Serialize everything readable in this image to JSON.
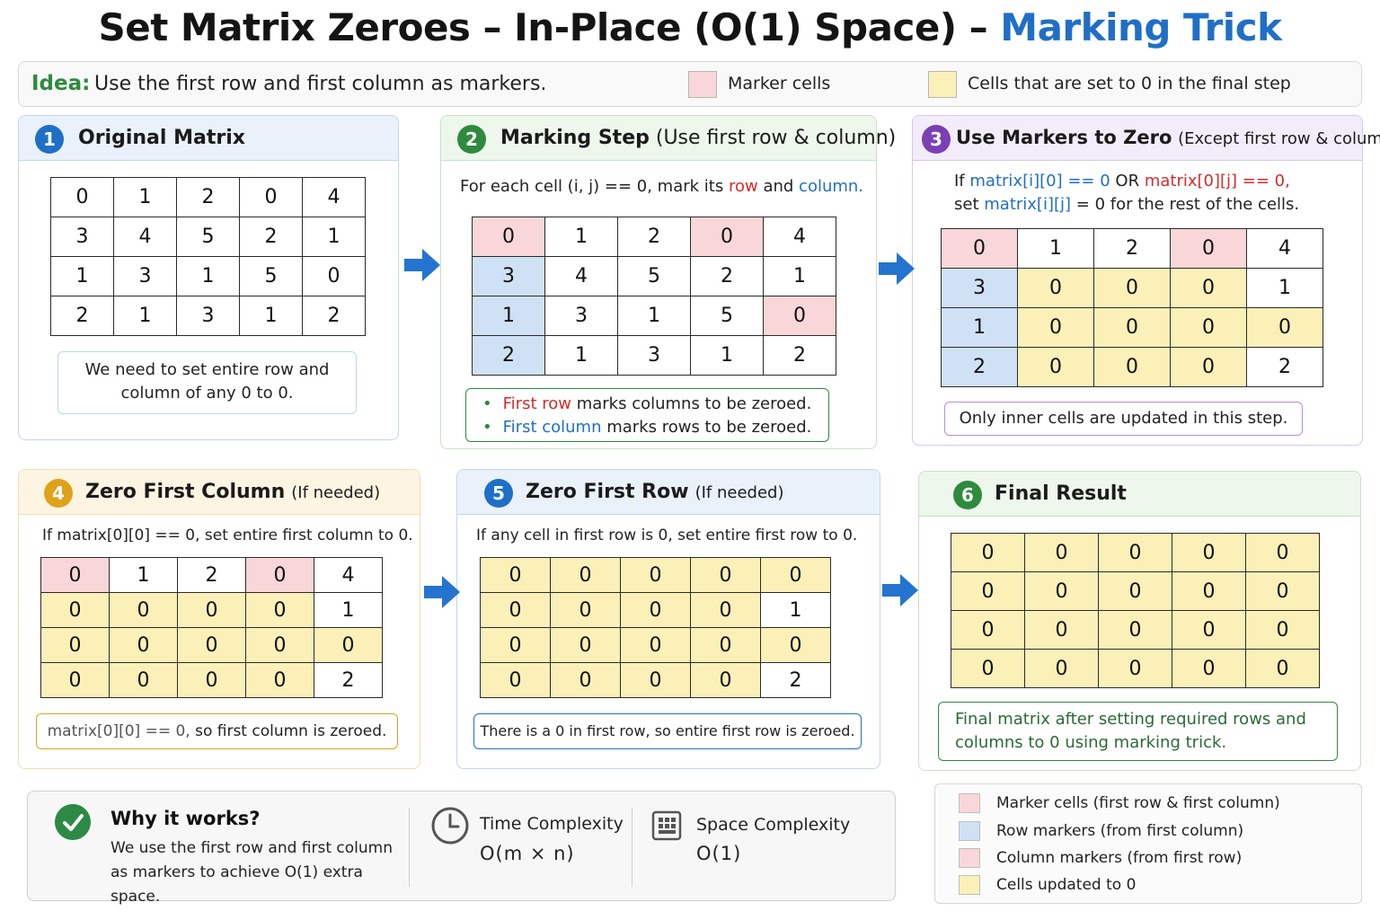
{
  "title": {
    "main": "Set Matrix Zeroes – In-Place (O(1) Space) –",
    "accent": "Marking Trick"
  },
  "idea": {
    "label": "Idea:",
    "text": "Use the first row and first column as markers.",
    "marker_legend": "Marker cells",
    "final_legend": "Cells that are set to 0 in the final step"
  },
  "colors": {
    "marker_pink": "#f9d7d8",
    "row_marker_blue": "#cfe1f5",
    "zeroed_yellow": "#fbf0b8",
    "accent_blue": "#1f6fc7",
    "highlight_red": "#d62b2b",
    "green": "#2e8b3e",
    "purple": "#7b3fb5",
    "orange": "#e0a21a"
  },
  "step1": {
    "num": "1",
    "title": "Original Matrix",
    "matrix": [
      [
        "0",
        "1",
        "2",
        "0",
        "4"
      ],
      [
        "3",
        "4",
        "5",
        "2",
        "1"
      ],
      [
        "1",
        "3",
        "1",
        "5",
        "0"
      ],
      [
        "2",
        "1",
        "3",
        "1",
        "2"
      ]
    ],
    "colors": [
      [
        "w",
        "w",
        "w",
        "w",
        "w"
      ],
      [
        "w",
        "w",
        "w",
        "w",
        "w"
      ],
      [
        "w",
        "w",
        "w",
        "w",
        "w"
      ],
      [
        "w",
        "w",
        "w",
        "w",
        "w"
      ]
    ],
    "note": "We need to set entire row and column of any 0 to 0."
  },
  "step2": {
    "num": "2",
    "title": "Marking Step",
    "subtitle": "(Use first row & column)",
    "desc_pre": "For each cell (i, j) == 0, mark its",
    "desc_row": "row",
    "desc_and": "and",
    "desc_col": "column.",
    "matrix": [
      [
        "0",
        "1",
        "2",
        "0",
        "4"
      ],
      [
        "3",
        "4",
        "5",
        "2",
        "1"
      ],
      [
        "1",
        "3",
        "1",
        "5",
        "0"
      ],
      [
        "2",
        "1",
        "3",
        "1",
        "2"
      ]
    ],
    "colors": [
      [
        "p",
        "w",
        "w",
        "p",
        "w"
      ],
      [
        "b",
        "w",
        "w",
        "w",
        "w"
      ],
      [
        "b",
        "w",
        "w",
        "w",
        "p"
      ],
      [
        "b",
        "w",
        "w",
        "w",
        "w"
      ]
    ],
    "bullet1_colored": "First row",
    "bullet1_rest": "marks columns to be zeroed.",
    "bullet2_colored": "First column",
    "bullet2_rest": "marks rows to be zeroed."
  },
  "step3": {
    "num": "3",
    "title": "Use Markers to Zero",
    "subtitle": "(Except first row & column)",
    "desc_if": "If",
    "desc_cond1": "matrix[i][0] == 0",
    "desc_or": "OR",
    "desc_cond2": "matrix[0][j] == 0,",
    "desc_set": "set",
    "desc_target": "matrix[i][j]",
    "desc_rest": "= 0 for the rest of the cells.",
    "matrix": [
      [
        "0",
        "1",
        "2",
        "0",
        "4"
      ],
      [
        "3",
        "0",
        "0",
        "0",
        "1"
      ],
      [
        "1",
        "0",
        "0",
        "0",
        "0"
      ],
      [
        "2",
        "0",
        "0",
        "0",
        "2"
      ]
    ],
    "colors": [
      [
        "p",
        "w",
        "w",
        "p",
        "w"
      ],
      [
        "b",
        "y",
        "y",
        "y",
        "w"
      ],
      [
        "b",
        "y",
        "y",
        "y",
        "y"
      ],
      [
        "b",
        "y",
        "y",
        "y",
        "w"
      ]
    ],
    "note": "Only inner cells are updated in this step."
  },
  "step4": {
    "num": "4",
    "title": "Zero First Column",
    "subtitle": "(If needed)",
    "desc": "If matrix[0][0] == 0, set entire first column to 0.",
    "matrix": [
      [
        "0",
        "1",
        "2",
        "0",
        "4"
      ],
      [
        "0",
        "0",
        "0",
        "0",
        "1"
      ],
      [
        "0",
        "0",
        "0",
        "0",
        "0"
      ],
      [
        "0",
        "0",
        "0",
        "0",
        "2"
      ]
    ],
    "colors": [
      [
        "p",
        "w",
        "w",
        "p",
        "w"
      ],
      [
        "y",
        "y",
        "y",
        "y",
        "w"
      ],
      [
        "y",
        "y",
        "y",
        "y",
        "y"
      ],
      [
        "y",
        "y",
        "y",
        "y",
        "w"
      ]
    ],
    "note_code": "matrix[0][0] == 0,",
    "note_rest": "so first column is zeroed."
  },
  "step5": {
    "num": "5",
    "title": "Zero First Row",
    "subtitle": "(If needed)",
    "desc": "If any cell in first row is 0, set entire first row to 0.",
    "matrix": [
      [
        "0",
        "0",
        "0",
        "0",
        "0"
      ],
      [
        "0",
        "0",
        "0",
        "0",
        "1"
      ],
      [
        "0",
        "0",
        "0",
        "0",
        "0"
      ],
      [
        "0",
        "0",
        "0",
        "0",
        "2"
      ]
    ],
    "colors": [
      [
        "y",
        "y",
        "y",
        "y",
        "y"
      ],
      [
        "y",
        "y",
        "y",
        "y",
        "w"
      ],
      [
        "y",
        "y",
        "y",
        "y",
        "y"
      ],
      [
        "y",
        "y",
        "y",
        "y",
        "w"
      ]
    ],
    "note": "There is a 0 in first row, so entire first row is zeroed."
  },
  "step6": {
    "num": "6",
    "title": "Final Result",
    "matrix": [
      [
        "0",
        "0",
        "0",
        "0",
        "0"
      ],
      [
        "0",
        "0",
        "0",
        "0",
        "0"
      ],
      [
        "0",
        "0",
        "0",
        "0",
        "0"
      ],
      [
        "0",
        "0",
        "0",
        "0",
        "0"
      ]
    ],
    "colors": [
      [
        "y",
        "y",
        "y",
        "y",
        "y"
      ],
      [
        "y",
        "y",
        "y",
        "y",
        "y"
      ],
      [
        "y",
        "y",
        "y",
        "y",
        "y"
      ],
      [
        "y",
        "y",
        "y",
        "y",
        "y"
      ]
    ],
    "note": "Final matrix after setting required rows and columns to 0 using marking trick."
  },
  "why": {
    "heading": "Why it works?",
    "text": "We use the first row and first column as markers to achieve O(1) extra space.",
    "time_label": "Time Complexity",
    "time_value": "O(m × n)",
    "space_label": "Space Complexity",
    "space_value": "O(1)",
    "icons": [
      "check-circle-icon",
      "clock-icon",
      "memory-chip-icon"
    ]
  },
  "legend": {
    "items": [
      {
        "label": "Marker cells (first row & first column)",
        "color": "#f9d7d8"
      },
      {
        "label": "Row markers (from first column)",
        "color": "#cfe1f5"
      },
      {
        "label": "Column markers (from first row)",
        "color": "#f9d7d8"
      },
      {
        "label": "Cells updated to 0",
        "color": "#fbf0b8"
      }
    ]
  }
}
